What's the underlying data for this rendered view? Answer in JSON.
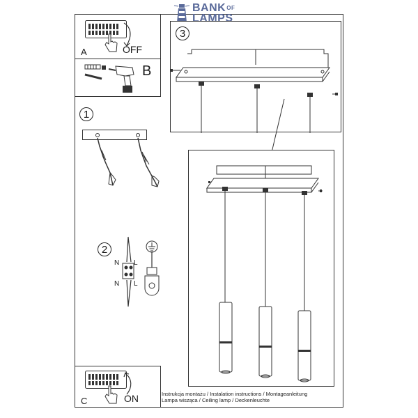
{
  "brand": {
    "line1": "BANK",
    "of": "OF",
    "line2": "LAMPS",
    "color": "#5a6a9a"
  },
  "panels": {
    "a": {
      "letter": "A",
      "state": "OFF"
    },
    "b": {
      "letter": "B"
    },
    "c": {
      "letter": "C",
      "state": "ON"
    }
  },
  "steps": {
    "s1": "1",
    "s2": "2",
    "s3": "3"
  },
  "wiring": {
    "n_top": "N",
    "l_top": "L",
    "n_bottom": "N",
    "l_bottom": "L"
  },
  "footer": {
    "line1": "Instrukcja montażu / Instalation instructions / Montageanleitung",
    "line2": "Lampa wisząca / Ceiling lamp / Deckenleuchte"
  }
}
